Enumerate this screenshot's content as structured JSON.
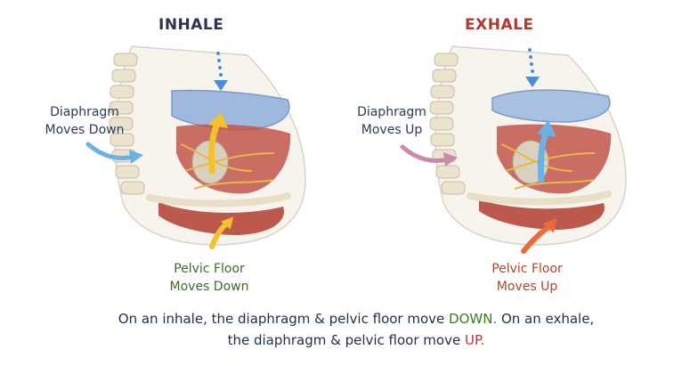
{
  "inhale": {
    "title": "INHALE",
    "diaphragm_line1": "Diaphragm",
    "diaphragm_line2": "Moves Down",
    "pelvic_line1": "Pelvic Floor",
    "pelvic_line2": "Moves Down"
  },
  "exhale": {
    "title": "EXHALE",
    "diaphragm_line1": "Diaphragm",
    "diaphragm_line2": "Moves Up",
    "pelvic_line1": "Pelvic Floor",
    "pelvic_line2": "Moves Up"
  },
  "caption": {
    "part1": "On an inhale, the diaphragm & pelvic floor move ",
    "down": "DOWN.",
    "part2": " On an exhale,",
    "part3": "the diaphragm & pelvic floor move ",
    "up": "UP."
  },
  "colors": {
    "inhale_title": "#2b3550",
    "exhale_title": "#b03a2e",
    "down_word": "#3f7a26",
    "up_word": "#c0392b",
    "diaphragm_blue": "#9fb9de",
    "muscle_red": "#b5483a",
    "arrow_yellow": "#f2c12e",
    "arrow_blue": "#69b2e3",
    "arrow_pink": "#c98aaa",
    "arrow_orange": "#ef6a3a"
  }
}
